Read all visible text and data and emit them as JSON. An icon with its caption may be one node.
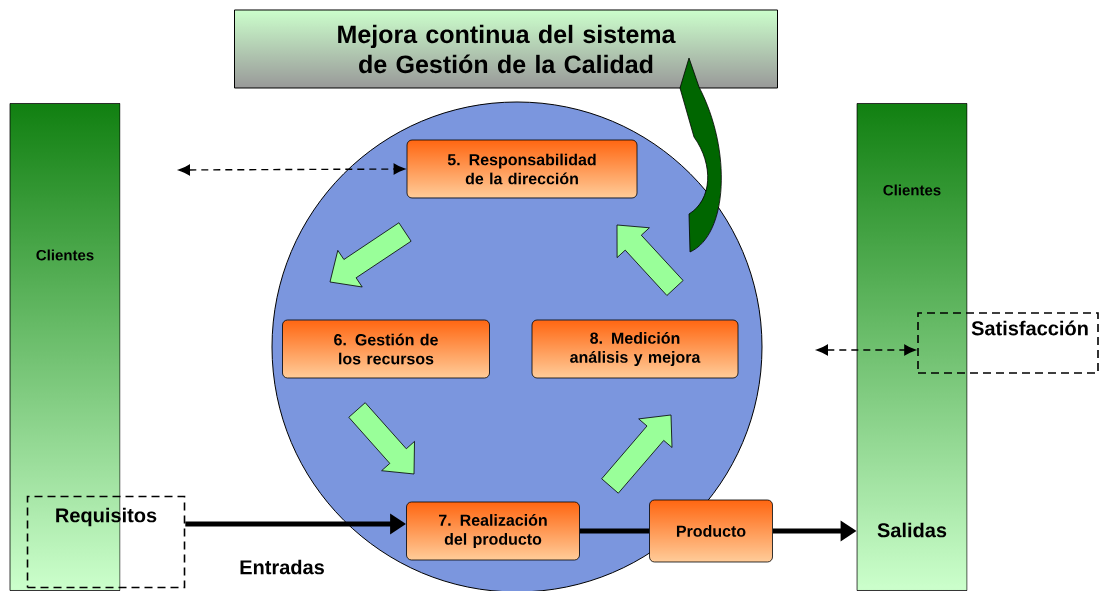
{
  "diagram": {
    "nodes": [
      {
        "text": [
          "Mejora continua del sistema de Gestión de la Calidad"
        ]
      },
      {
        "text": [
          "Clientes"
        ]
      },
      {
        "text": [
          "Clientes",
          "Salidas"
        ]
      },
      {
        "text": [],
        "shape": "circle"
      },
      {
        "text": [
          "5. Responsabilidad de la dirección"
        ],
        "in": 3
      },
      {
        "text": [
          "6. Gestión de los recursos"
        ],
        "in": 3
      },
      {
        "text": [
          "8. Medición análisis y mejora"
        ],
        "in": 3
      },
      {
        "text": [
          "7. Realización del producto"
        ],
        "in": 3
      },
      {
        "text": [
          "Producto"
        ]
      },
      {
        "text": [
          "Requisitos"
        ]
      },
      {
        "text": [
          "Satisfacción"
        ]
      }
    ],
    "edges": [
      {
        "from": null,
        "to": 4,
        "arrow": "both",
        "style": "dashed"
      },
      {
        "from": null,
        "to": 10,
        "arrow": "both",
        "style": "dashed"
      },
      {
        "from": 9,
        "to": 7,
        "arrow": "to"
      },
      {
        "from": 7,
        "to": 8,
        "arrow": "none"
      },
      {
        "from": 8,
        "to": 2,
        "arrow": "to"
      },
      {
        "from": 4,
        "to": 5,
        "arrow": "to",
        "color": "#99ff99"
      },
      {
        "from": 5,
        "to": 7,
        "arrow": "to",
        "color": "#99ff99"
      },
      {
        "from": 7,
        "to": 6,
        "arrow": "to",
        "color": "#99ff99"
      },
      {
        "from": 6,
        "to": 4,
        "arrow": "to",
        "color": "#99ff99"
      },
      {
        "from": 3,
        "to": 0,
        "arrow": "to",
        "color": "#006600"
      }
    ],
    "labels": [
      "Entradas"
    ]
  }
}
